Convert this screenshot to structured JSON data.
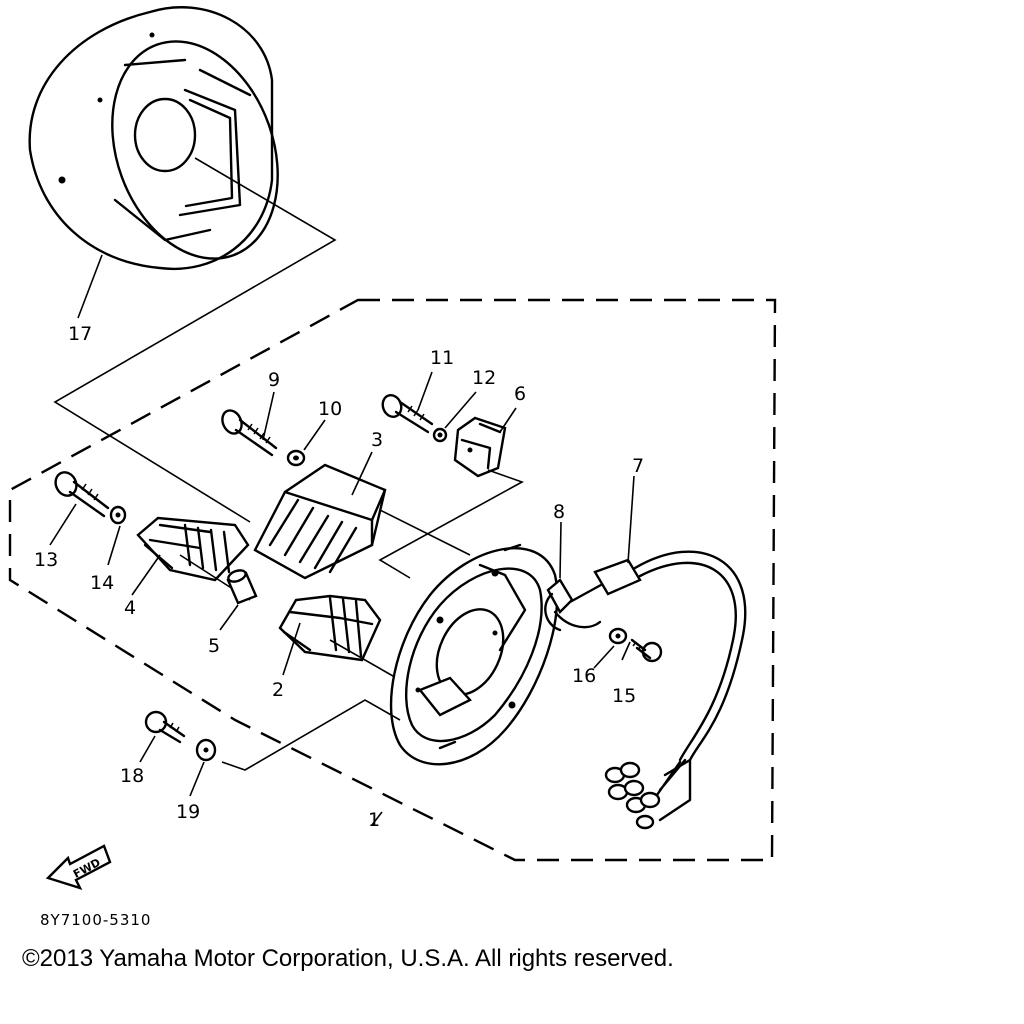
{
  "diagram": {
    "part_numbers": [
      "1",
      "2",
      "3",
      "4",
      "5",
      "6",
      "7",
      "8",
      "9",
      "10",
      "11",
      "12",
      "13",
      "14",
      "15",
      "16",
      "17",
      "18",
      "19"
    ],
    "direction_marker": "FWD",
    "drawing_code": "8Y7100-5310",
    "copyright": "©2013 Yamaha Motor Corporation, U.S.A. All rights reserved."
  }
}
